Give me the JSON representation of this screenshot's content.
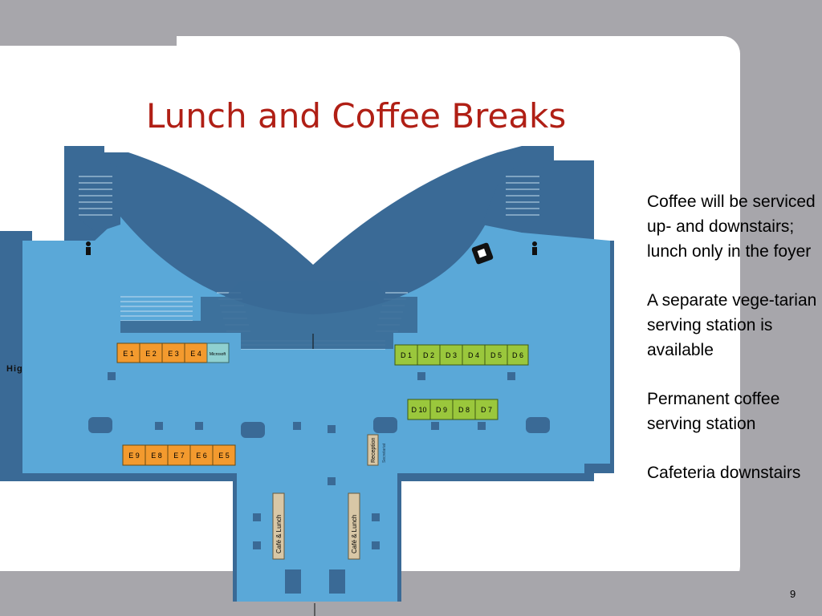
{
  "slide": {
    "title": "Lunch and Coffee Breaks",
    "page_number": "9"
  },
  "side_notes": [
    "Coffee will be serviced up- and downstairs; lunch only in the foyer",
    "A separate vege-tarian serving station is available",
    "Permanent coffee serving station",
    "Cafeteria downstairs"
  ],
  "floorplan": {
    "edge_label": "Hig",
    "booths_e_top": [
      "E 1",
      "E 2",
      "E 3",
      "E 4"
    ],
    "microsoft_label": "Microsoft",
    "booths_d_top": [
      "D 1",
      "D 2",
      "D 3",
      "D 4",
      "D 5",
      "D 6"
    ],
    "booths_d_mid": [
      "D 10",
      "D 9",
      "D 8",
      "D 7"
    ],
    "booths_e_bottom": [
      "E 9",
      "E 8",
      "E 7",
      "E 6",
      "E 5"
    ],
    "reception_label": "Reception",
    "secretariat_label": "Secretariat",
    "cafe_lunch_left": "Café & Lunch",
    "cafe_lunch_right": "Café & Lunch"
  },
  "colors": {
    "floor": "#5aa8d8",
    "walls": "#3a6a96",
    "booth_e": "#f39a2e",
    "booth_d": "#9ac73c",
    "microsoft": "#8fd0d0",
    "title": "#b01f15"
  },
  "icons": [
    "restroom-icon",
    "restroom-icon",
    "coffee-cup-icon"
  ]
}
